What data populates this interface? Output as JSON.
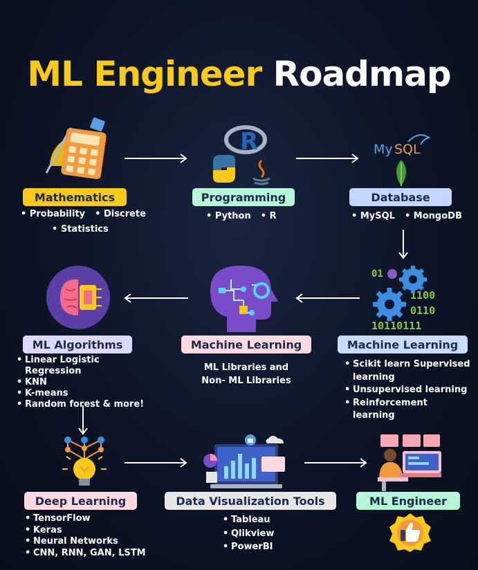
{
  "title": {
    "highlight": "ML Engineer",
    "rest": "Roadmap"
  },
  "colors": {
    "background": "#0d1426",
    "title_highlight": "#f7c918",
    "mathematics": "#f7c918",
    "programming": "#b5f5d8",
    "database": "#c4d6ff",
    "machine_learning_pink": "#ffd9e0",
    "machine_learning_blue": "#c9dbff",
    "ml_algorithms": "#ded8ff",
    "deep_learning": "#ffd9e0",
    "data_viz": "#e6e6e6",
    "ml_engineer": "#b5f5d8"
  },
  "nodes": {
    "mathematics": {
      "label": "Mathematics",
      "icon": "calculator-icon",
      "line1": [
        "Probability",
        "Discrete"
      ],
      "line2": "Statistics"
    },
    "programming": {
      "label": "Programming",
      "icon": "languages-icon",
      "items": [
        "Python",
        "R"
      ]
    },
    "database": {
      "label": "Database",
      "icon": "database-icon",
      "items": [
        "MySQL",
        "MongoDB"
      ]
    },
    "machine_learning_right": {
      "label": "Machine Learning",
      "icon": "gears-icon",
      "items": [
        "Scikit learn Supervised learning",
        "Unsupervised learning",
        "Reinforcement learning"
      ]
    },
    "machine_learning_center": {
      "label": "Machine Learning",
      "icon": "ai-head-icon",
      "text1": "ML Libraries and",
      "text2": "Non- ML Libraries"
    },
    "ml_algorithms": {
      "label": "ML Algorithms",
      "icon": "brain-chip-icon",
      "items": [
        "Linear Logistic Regression",
        "KNN",
        "K-means",
        "Random forest & more!"
      ]
    },
    "deep_learning": {
      "label": "Deep Learning",
      "icon": "neural-bulb-icon",
      "items": [
        "TensorFlow",
        "Keras",
        "Neural Networks",
        "CNN, RNN, GAN, LSTM"
      ]
    },
    "data_viz": {
      "label": "Data Visualization Tools",
      "icon": "dashboard-icon",
      "items": [
        "Tableau",
        "Qlikview",
        "PowerBI"
      ]
    },
    "ml_engineer": {
      "label": "ML Engineer",
      "icon": "engineer-icon",
      "badge": "thumbs-up-icon"
    }
  }
}
